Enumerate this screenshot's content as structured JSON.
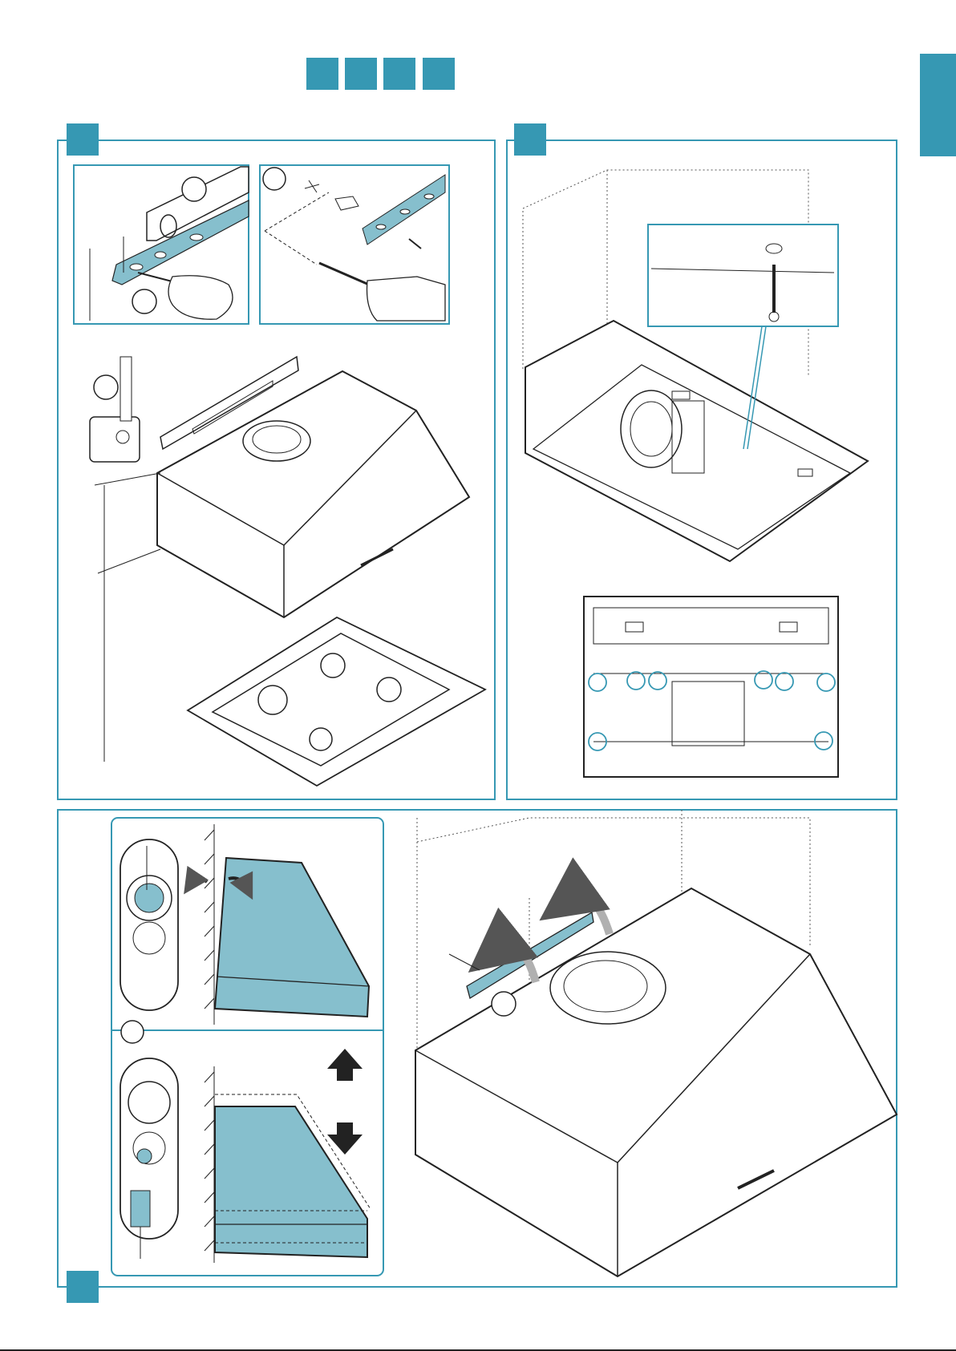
{
  "colors": {
    "accent": "#3698b3",
    "accent_light": "#86bfcd",
    "line": "#1f1f1f",
    "dotted": "#555555"
  },
  "header": {
    "step_squares": 4
  },
  "side_tab": {
    "color": "#3698b3"
  },
  "panels": [
    {
      "name": "panel-top-left",
      "description_icons": [
        "spirit-level-icon",
        "tape-measure-icon",
        "drill-icon",
        "pencil-icon",
        "wall-bracket-icon",
        "range-hood-icon",
        "gas-cooktop-icon"
      ]
    },
    {
      "name": "panel-top-right",
      "description_icons": [
        "range-hood-underside-icon",
        "screw-icon",
        "keyhole-slot-icon",
        "hood-bottom-view-icon"
      ]
    },
    {
      "name": "panel-bottom",
      "description_icons": [
        "keyhole-detail-icon",
        "tilt-arrows-icon",
        "up-down-arrows-icon",
        "bracket-hanging-icon",
        "rotate-arrow-icon"
      ]
    }
  ]
}
